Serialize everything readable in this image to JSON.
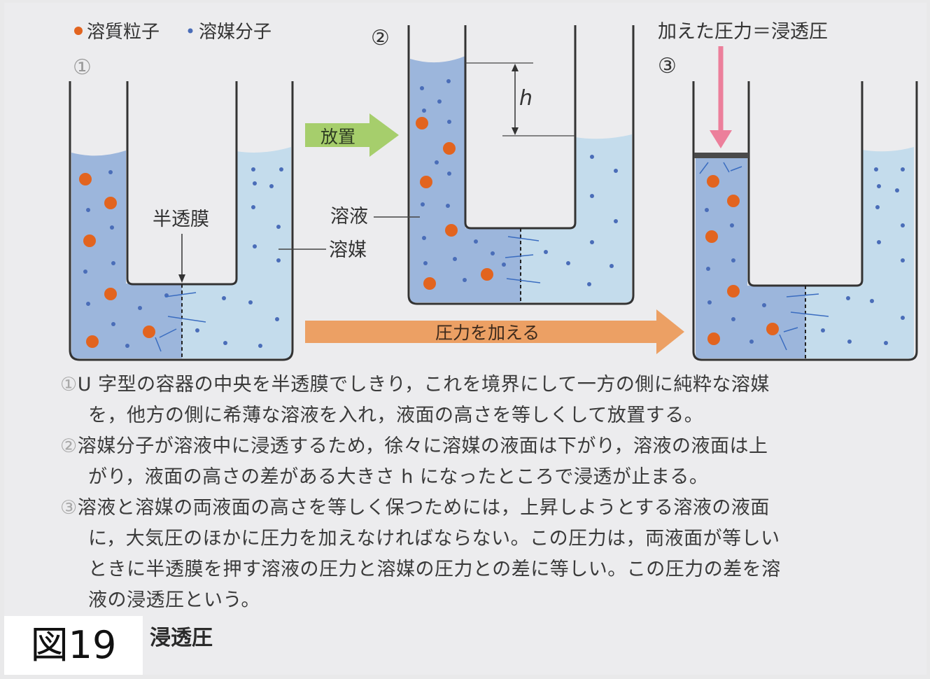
{
  "legend": {
    "solute": "溶質粒子",
    "solvent": "溶媒分子"
  },
  "panel1": {
    "num": "①",
    "membrane": "半透膜",
    "solvent_label": "溶媒"
  },
  "panel2": {
    "num": "②",
    "height": "h",
    "solution_label": "溶液"
  },
  "panel3": {
    "num": "③",
    "pressure_title": "加えた圧力＝浸透圧"
  },
  "arrows": {
    "leave": "放置",
    "apply_pressure": "圧力を加える"
  },
  "paragraphs": [
    {
      "num": "①",
      "lines": [
        "U 字型の容器の中央を半透膜でしきり，これを境界にして一方の側に純粋な溶媒",
        "を，他方の側に希薄な溶液を入れ，液面の高さを等しくして放置する。"
      ]
    },
    {
      "num": "②",
      "lines": [
        "溶媒分子が溶液中に浸透するため，徐々に溶媒の液面は下がり，溶液の液面は上",
        "がり，液面の高さの差がある大きさ h になったところで浸透が止まる。"
      ]
    },
    {
      "num": "③",
      "lines": [
        "溶液と溶媒の両液面の高さを等しく保つためには，上昇しようとする溶液の液面",
        "に，大気圧のほかに圧力を加えなければならない。この圧力は，両液面が等しい",
        "ときに半透膜を押す溶液の圧力と溶媒の圧力との差に等しい。この圧力の差を溶",
        "液の浸透圧という。"
      ]
    }
  ],
  "figure": {
    "label": "図19",
    "caption": "浸透圧"
  },
  "colors": {
    "solution": "#9cb6dc",
    "solvent": "#c4dcec",
    "solute_particle": "#e2641f",
    "solvent_molecule": "#4a6db8",
    "green_arrow": "#a6ce6c",
    "orange_arrow": "#eca064",
    "pink_arrow": "#ec7f9b",
    "wall": "#333333"
  }
}
